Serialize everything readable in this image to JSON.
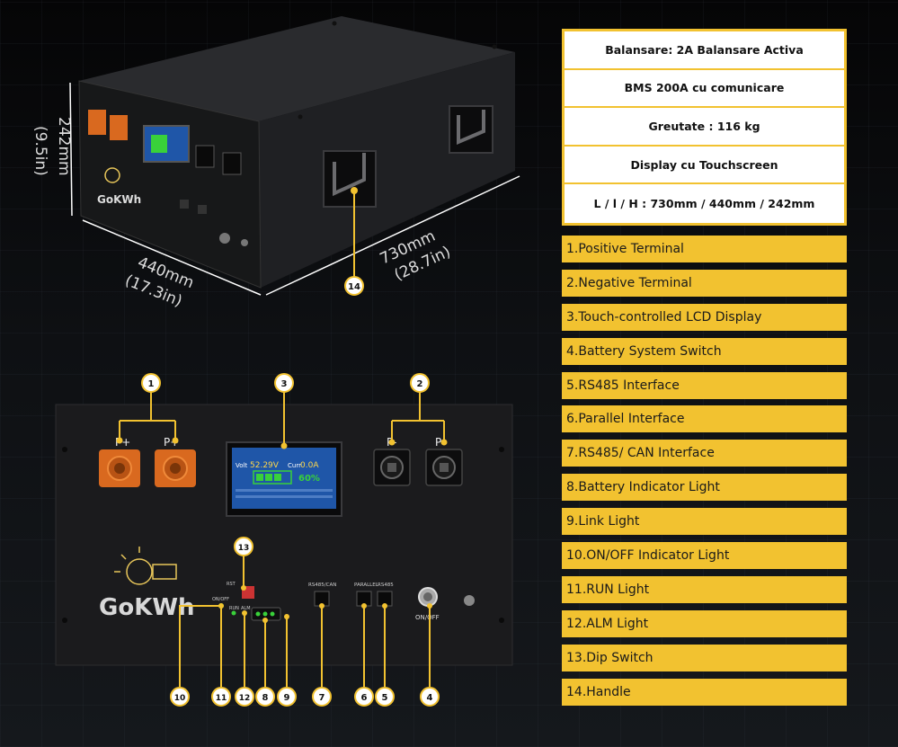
{
  "specs": [
    "Balansare: 2A Balansare Activa",
    "BMS 200A cu comunicare",
    "Greutate : 116 kg",
    "Display cu Touchscreen",
    "L / l / H : 730mm / 440mm / 242mm"
  ],
  "legend": [
    "1.Positive Terminal",
    "2.Negative Terminal",
    "3.Touch-controlled LCD Display",
    "4.Battery System Switch",
    "5.RS485 Interface",
    "6.Parallel Interface",
    "7.RS485/ CAN Interface",
    "8.Battery Indicator Light",
    "9.Link Light",
    "10.ON/OFF Indicator Light",
    "11.RUN Light",
    "12.ALM Light",
    "13.Dip Switch",
    "14.Handle"
  ],
  "dimensions": {
    "height_mm": "242mm",
    "height_in": "(9.5in)",
    "width_mm": "440mm",
    "width_in": "(17.3in)",
    "length_mm": "730mm",
    "length_in": "(28.7in)"
  },
  "brand": {
    "logo_text": "GoKWh",
    "logo_text_small": "GoKWh"
  },
  "panel_labels": {
    "p_plus_1": "P+",
    "p_plus_2": "P+",
    "p_minus_1": "P-",
    "p_minus_2": "P-",
    "on_off": "ON/OFF",
    "rs485_can": "RS485/CAN",
    "parallel": "PARALLEL",
    "rs485": "RS485",
    "rst": "RST",
    "on_off_small": "ON/OFF",
    "run": "RUN",
    "alm": "ALM"
  },
  "lcd": {
    "volt_label": "Volt",
    "volt_value": "52.29V",
    "curr_label": "Curr",
    "curr_value": "0.0A",
    "soc_value": "60%"
  },
  "callouts": [
    "1",
    "2",
    "3",
    "4",
    "5",
    "6",
    "7",
    "8",
    "9",
    "10",
    "11",
    "12",
    "13",
    "14"
  ],
  "colors": {
    "accent": "#f2c230",
    "terminal_orange": "#d9691f",
    "lcd_green": "#39d13a",
    "lcd_blue": "#1f56a8"
  }
}
